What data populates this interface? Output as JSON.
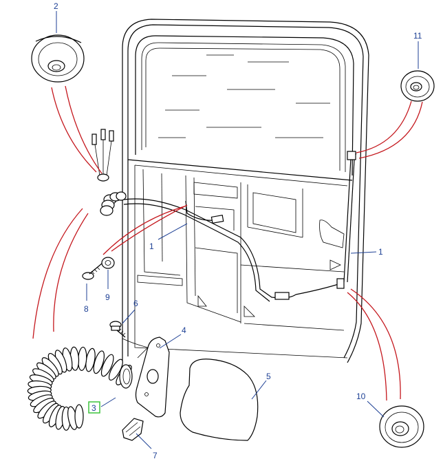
{
  "callouts": {
    "n1a": "1",
    "n1b": "1",
    "n2": "2",
    "n3": "3",
    "n4": "4",
    "n5": "5",
    "n6": "6",
    "n7": "7",
    "n8": "8",
    "n9": "9",
    "n10": "10",
    "n11": "11"
  },
  "colors": {
    "callout_text": "#1c3f94",
    "callout_highlight": "#3cc43c",
    "wire_indicator": "#c4161c",
    "line_art": "#000000"
  }
}
